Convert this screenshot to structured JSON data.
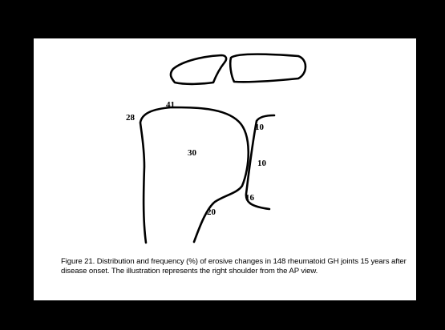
{
  "figure": {
    "labels": {
      "top_left": "28",
      "top": "41",
      "center": "30",
      "glenoid_upper": "10",
      "glenoid_middle": "10",
      "glenoid_lower": "16",
      "neck": "20"
    },
    "caption": "Figure 21. Distribution and frequency (%) of erosive changes in 148 rheumatoid GH joints 15 years after disease onset. The illustration represents the right shoulder from the AP view."
  },
  "colors": {
    "background": "#000000",
    "page": "#ffffff",
    "ink": "#000000"
  }
}
